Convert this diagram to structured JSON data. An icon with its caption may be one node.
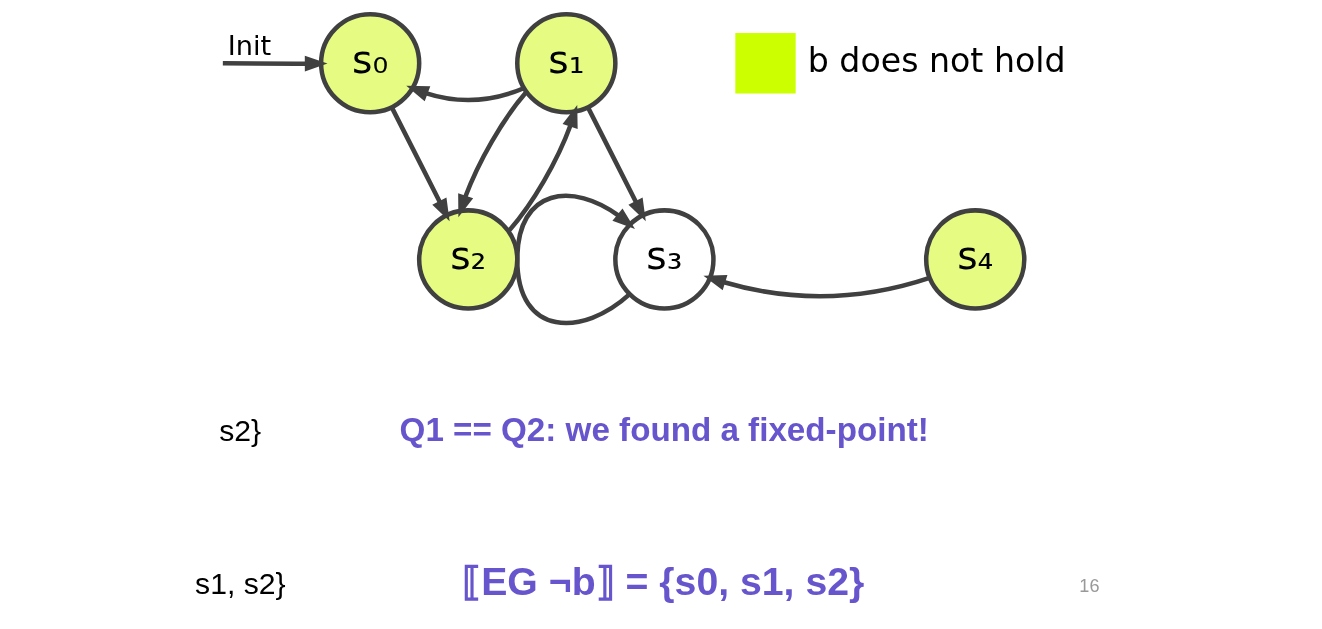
{
  "diagram": {
    "nodes": [
      {
        "text": [
          "s₀"
        ]
      },
      {
        "text": [
          "s₁"
        ]
      },
      {
        "text": [
          "s₂"
        ]
      },
      {
        "text": [
          "s₃"
        ]
      },
      {
        "text": [
          "s₄"
        ]
      }
    ],
    "edges": [
      {
        "from": null,
        "to": 0,
        "arrow": "to",
        "label": "Init"
      },
      {
        "from": 1,
        "to": 0,
        "arrow": "to"
      },
      {
        "from": 0,
        "to": 2,
        "arrow": "to"
      },
      {
        "from": 1,
        "to": 2,
        "arrow": "to"
      },
      {
        "from": 2,
        "to": 1,
        "arrow": "to"
      },
      {
        "from": 1,
        "to": 3,
        "arrow": "to"
      },
      {
        "from": 3,
        "to": 3,
        "arrow": "to"
      },
      {
        "from": 4,
        "to": 3,
        "arrow": "to"
      }
    ],
    "labels": [
      "s2}",
      "s1, s2}",
      "Q1 == Q2: we found a fixed-point!",
      "⟦EG ¬b⟧ = {s0, s1, s2}",
      "16"
    ],
    "legend": [
      {
        "text": "b does not hold",
        "color": "#ccff00"
      }
    ]
  }
}
